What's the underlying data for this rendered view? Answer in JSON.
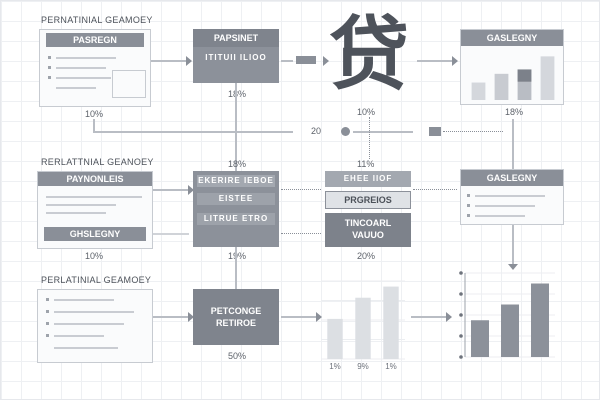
{
  "sections": {
    "top": "PERNATINIAL GEAMOEY",
    "middle": "RERLATTNIAL GEANOEY",
    "bottom": "PERLATINIAL GEAMOEY"
  },
  "doc_panels": {
    "top": {
      "title": "PASREGN"
    },
    "middle": {
      "title": "PAYNONLEIS",
      "footer": "GHSLEGNY"
    }
  },
  "nodes": {
    "papsinet": {
      "title": "PAPSINET",
      "sub": "ITITUII ILIOO"
    },
    "stack_mid": {
      "row1": "EKERIRE IEBOE",
      "row2": "EISTEE",
      "row3": "LITRUE ETRO"
    },
    "pretnge": {
      "line1": "PETCONGE",
      "line2": "RETIROE"
    },
    "gray_small": "EHEE IIOF",
    "prgreios": "PRGREIOS",
    "tincoarl": {
      "line1": "TINCOARL",
      "line2": "VAUUO"
    }
  },
  "charts": {
    "top_right": {
      "title": "GASLEGNY"
    },
    "mid_right": {
      "title": "GASLEGNY"
    }
  },
  "glyph": "贷",
  "percentages": {
    "p_top_left": "10%",
    "p_top_center": "18%",
    "p_glyph": "10%",
    "p_top_right": "18%",
    "p_mid_center": "18%",
    "p_mid_glyph": "11%",
    "p_mid_left": "10%",
    "p_lower_center": "19%",
    "p_lower_right": "20%",
    "p_bottom_center": "50%",
    "connector": "20"
  },
  "chart_data": [
    {
      "type": "bar",
      "categories": [
        "",
        "",
        "",
        ""
      ],
      "values": [
        20,
        30,
        35,
        50
      ],
      "ylim": [
        0,
        55
      ]
    },
    {
      "type": "bar",
      "categories": [
        "1%",
        "9%",
        "1%"
      ],
      "values": [
        36,
        55,
        65
      ],
      "ylim": [
        0,
        70
      ],
      "grid": true
    },
    {
      "type": "bar",
      "categories": [
        "",
        "",
        ""
      ],
      "values": [
        35,
        50,
        70
      ],
      "ylim": [
        0,
        80
      ],
      "grid": true
    }
  ]
}
